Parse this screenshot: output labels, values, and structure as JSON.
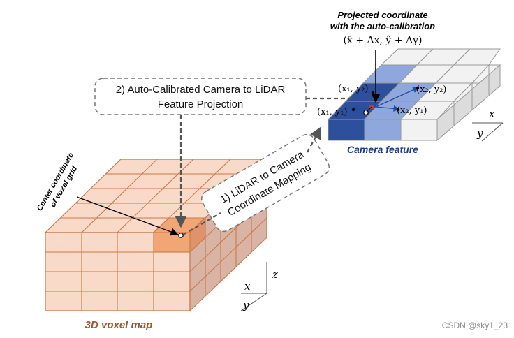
{
  "labels": {
    "projected_title_1": "Projected coordinate",
    "projected_title_2": "with the auto-calibration",
    "projected_formula": "(x̂ + Δx, ŷ + Δy)",
    "autocal_line_1": "2) Auto-Calibrated Camera to LiDAR",
    "autocal_line_2": "Feature Projection",
    "lidar_line_1": "1) LiDAR to Camera",
    "lidar_line_2": "Coordinate Mapping",
    "center_line_1": "Center coordinate",
    "center_line_2": "of voxel grid",
    "camera_feature": "Camera feature",
    "voxel_map": "3D voxel map",
    "watermark": "CSDN @sky1_23"
  },
  "coords": {
    "x1y2": "(x₁, y₂)",
    "x2y2": "(x₂, y₂)",
    "x1y1": "(x₁, y₁)",
    "x2y1": "(x₂, y₁)"
  },
  "axes": {
    "camera_x": "x",
    "camera_y": "y",
    "voxel_x": "x",
    "voxel_y": "y",
    "voxel_z": "z"
  },
  "colors": {
    "voxel_fill": "#f9dac8",
    "voxel_edge": "#c87a4a",
    "voxel_highlight": "#f2a675",
    "camera_dark": "#2d4f9c",
    "camera_mid": "#8ea7dc",
    "camera_light": "#f2f2f2",
    "voxel_label": "#a0522d",
    "camera_label": "#1f3a8a"
  }
}
